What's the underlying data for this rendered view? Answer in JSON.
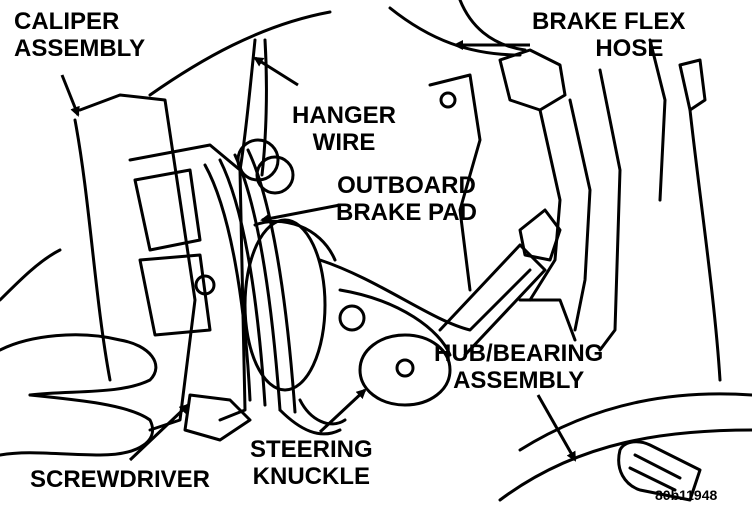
{
  "labels": {
    "caliper_assembly": [
      "CALIPER",
      "ASSEMBLY"
    ],
    "hanger_wire": [
      "HANGER",
      "WIRE"
    ],
    "brake_flex_hose": [
      "BRAKE FLEX",
      "HOSE"
    ],
    "outboard_brake_pad": [
      "OUTBOARD",
      "BRAKE PAD"
    ],
    "hub_bearing_assembly": [
      "HUB/BEARING",
      "ASSEMBLY"
    ],
    "steering_knuckle": [
      "STEERING",
      "KNUCKLE"
    ],
    "screwdriver": [
      "SCREWDRIVER"
    ]
  },
  "figure_code": "80b11948",
  "colors": {
    "ink": "#000000",
    "paper": "#ffffff"
  }
}
